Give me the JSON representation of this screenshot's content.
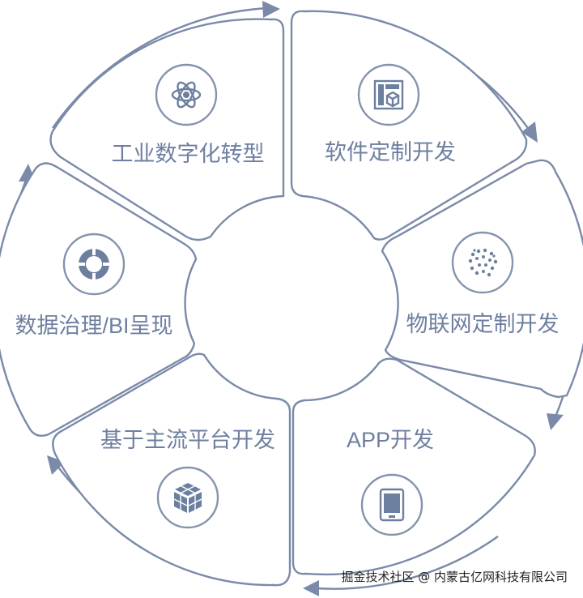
{
  "segments": [
    {
      "label": "工业数字化转型",
      "icon": "atom-icon"
    },
    {
      "label": "软件定制开发",
      "icon": "software-box-icon"
    },
    {
      "label": "物联网定制开发",
      "icon": "iot-dots-icon"
    },
    {
      "label": "APP开发",
      "icon": "tablet-icon"
    },
    {
      "label": "基于主流平台开发",
      "icon": "cube-stack-icon"
    },
    {
      "label": "数据治理/BI呈现",
      "icon": "target-ring-icon"
    }
  ],
  "watermark": "掘金技术社区 @ 内蒙古亿网科技有限公司",
  "colors": {
    "outline": "#7a8aa8",
    "text": "#6e7fa0",
    "icon": "#6d7f9f",
    "background": "#ffffff"
  }
}
